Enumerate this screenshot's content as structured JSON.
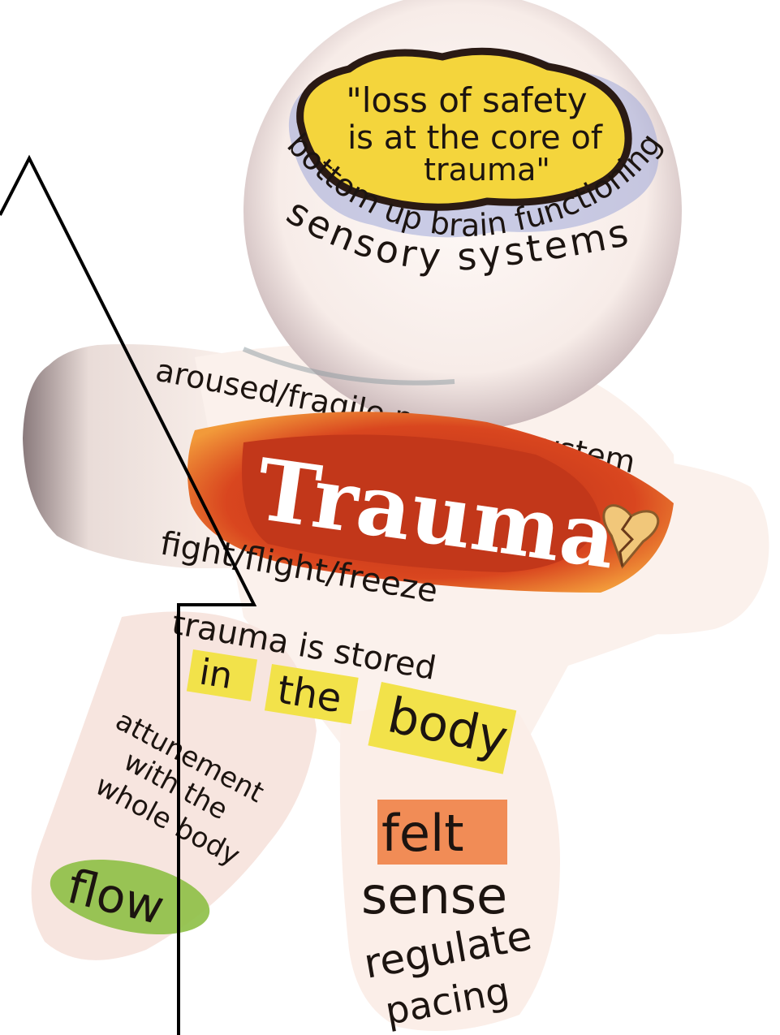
{
  "figure": {
    "quote": {
      "line1": "\"loss of safety",
      "line2": "is at the core of",
      "line3": "trauma\""
    },
    "head_arc": "bottom up brain functioning",
    "sensory": "sensory systems",
    "aroused": "aroused/fragile nervous system",
    "title": "Trauma",
    "fff": "fight/flight/freeze",
    "stored": {
      "line1": "trauma is stored",
      "in": "in",
      "the": "the",
      "body": "body"
    },
    "left_leg": {
      "line1": "attunement",
      "line2": "with the",
      "line3": "whole body",
      "flow": "flow"
    },
    "right_leg": {
      "felt": "felt",
      "sense": "sense",
      "regulate": "regulate",
      "pacing": "pacing"
    }
  },
  "colors": {
    "quote_fill": "#f4d53c",
    "quote_border": "#2a1a14",
    "title_band": "#c8351c",
    "highlight_yellow": "#f2e24a",
    "highlight_orange": "#ee7a3c",
    "highlight_green": "#8dbf45",
    "paper": "#fbf3ee"
  }
}
